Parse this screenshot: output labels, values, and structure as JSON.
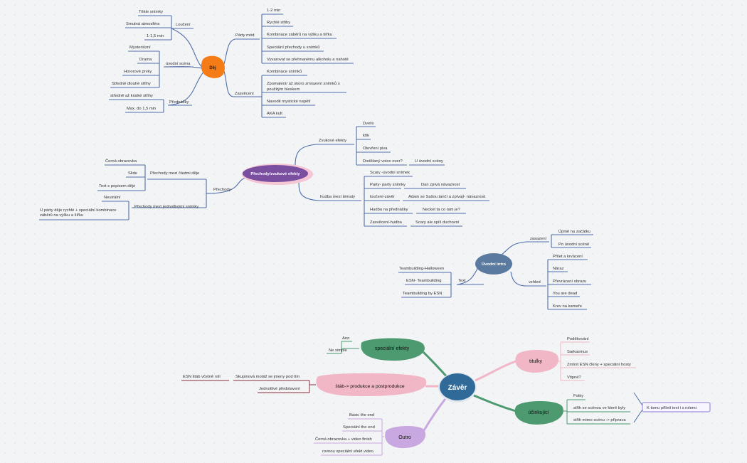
{
  "section1": {
    "root": "Děj",
    "left": [
      {
        "label": "Loučení",
        "children": [
          "Těkle snímky",
          "Smutná atmosféra",
          "1-1,5 min"
        ]
      },
      {
        "label": "úvodní scéna",
        "children": [
          "Mysteriózní",
          "Drama",
          "Hororové prvky",
          "Středně dlouhé střihy"
        ]
      },
      {
        "label": "Přednášky",
        "children": [
          "středně až kratké střihy",
          "Max. do 1,5 min"
        ]
      }
    ],
    "right": [
      {
        "label": "Párty mód",
        "children": [
          "1-2 min",
          "Rychlé střihy",
          "Kombinace záběrů na výšku a šířku",
          "Speciální přechody u snímků",
          "Vyvarovat se přehnanému alkoholu a nahotě"
        ]
      },
      {
        "label": "Zasvěcení",
        "children": [
          "Kombinace snímků",
          "Zpomalení/ až skoro zmrazení snímků s použitým bleskem",
          "Navodit mystické napětí",
          "AKA kult"
        ]
      }
    ]
  },
  "section2": {
    "root": "Přechody/zvukové efekty",
    "zvukove": {
      "label": "Zvukové efekty",
      "items": [
        "Dveře",
        "křik",
        "Otevření piva",
        "Dodělaný voice over?"
      ],
      "extra": "U úvodní scény"
    },
    "hudba": {
      "label": "hudba mezi tématy",
      "rows": [
        {
          "a": "Scary -úvodní snímek",
          "b": ""
        },
        {
          "a": "Party- party snímky",
          "b": "Dan zpívá návaznost"
        },
        {
          "a": "loučení-závěr",
          "b": "Adam se Sašou tančí a zpívají- návaznost"
        },
        {
          "a": "Hudba na přednášky",
          "b": "Necket ta co tam je?"
        },
        {
          "a": "Zasvěcení-hudba",
          "b": "Scary ale spíš duchovní"
        }
      ]
    },
    "prechody": {
      "label": "Přechody",
      "castmi": {
        "label": "Přechody mezi částmi děje",
        "items": [
          "Černá obrazovka",
          "Slide",
          "Text s popisem děje"
        ]
      },
      "snimky": {
        "label": "Přechody mezi jednotlivými snímky",
        "items": [
          "Neutrální",
          "U párty děje rychlé + speciální kombinace",
          "záběrů na výšku a šířku"
        ]
      }
    }
  },
  "section3": {
    "root": "Úvodní intro",
    "zasazeni": {
      "label": "zasazení",
      "items": [
        "Úplně na začátku",
        "Po úvodní scéně"
      ]
    },
    "vzhled": {
      "label": "vzhled",
      "items": [
        "Přílet a krvácení",
        "Náraz",
        "Převrácení obrazu",
        "You are dead",
        "Krev na kameře"
      ]
    },
    "text": {
      "label": "Text",
      "items": [
        "Teambuilding-Halloween",
        "ESN- Teambuilding",
        "Teambuilding by ESN"
      ]
    }
  },
  "section4": {
    "root": "Závěr",
    "specialni": {
      "label": "speciální efekty",
      "items": [
        "Ano",
        "Ne simple"
      ]
    },
    "stab": {
      "label": "štáb-> produkce a postprodukce",
      "items": [
        "Skupinová motáž se jmeny pod tím",
        "Jednotlivé představení"
      ],
      "extra": "ESN štáb včetně rolí"
    },
    "outro": {
      "label": "Outro",
      "items": [
        "Basic the end",
        "Speciální the end",
        "Černá obrazovka + video finish",
        "rovnou speciální efekt video"
      ]
    },
    "titulky": {
      "label": "titulky",
      "items": [
        "Poděkování",
        "Sarkasmus",
        "Zmínit ESN členy + speciální hosty",
        "Vtipné?"
      ]
    },
    "ucinkujici": {
      "label": "účinkující",
      "items": [
        "Fotky",
        "střih se scénou ve které byly",
        "střih mimo scénu -> příprava"
      ],
      "note": "K tomu přiletí text i s rolemi"
    }
  },
  "colors": {
    "line_blue": "#4f6ea8",
    "root_orange": "#f47b16",
    "root_purple": "#7a4fa0",
    "root_slate": "#5a7aa0",
    "zaver_blue": "#2f6a99",
    "green": "#4e9a70",
    "pink": "#f1b7c6",
    "lavender": "#c9a7e0",
    "maroon_line": "#8a2b3f",
    "note_border": "#8d7ad8"
  }
}
